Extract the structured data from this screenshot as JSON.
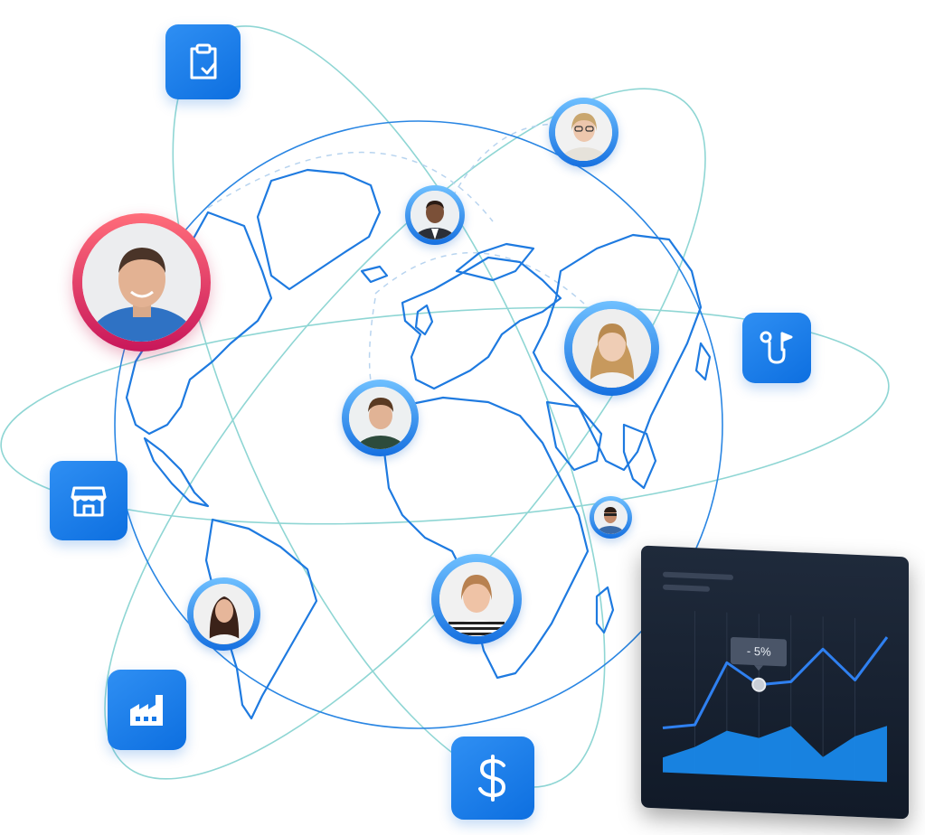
{
  "colors": {
    "orbit": "#8fd6d4",
    "globe_stroke": "#1e7ae0",
    "tile_blue": "#1577e6",
    "highlight_ring": "#e0245e",
    "chart_line": "#2f80f0",
    "chart_area": "#1888ea"
  },
  "icons": {
    "clipboard": "clipboard-check-icon",
    "flag_map": "flag-route-icon",
    "store": "storefront-icon",
    "factory": "factory-icon",
    "dollar": "dollar-icon"
  },
  "people": [
    {
      "id": "featured-man",
      "highlighted": true
    },
    {
      "id": "woman-glasses",
      "highlighted": false
    },
    {
      "id": "man-suit",
      "highlighted": false
    },
    {
      "id": "woman-blonde",
      "highlighted": false
    },
    {
      "id": "man-green",
      "highlighted": false
    },
    {
      "id": "man-sunglasses",
      "highlighted": false
    },
    {
      "id": "woman-striped",
      "highlighted": false
    },
    {
      "id": "woman-long-hair",
      "highlighted": false
    }
  ],
  "chart": {
    "tooltip_label": "- 5%"
  },
  "chart_data": {
    "type": "line",
    "x": [
      0,
      1,
      2,
      3,
      4,
      5,
      6,
      7
    ],
    "series": [
      {
        "values": [
          30,
          33,
          76,
          62,
          65,
          88,
          68,
          98
        ]
      },
      {
        "values": [
          10,
          18,
          30,
          26,
          35,
          15,
          30,
          38
        ]
      }
    ],
    "ylim": [
      0,
      110
    ],
    "grid": true
  }
}
